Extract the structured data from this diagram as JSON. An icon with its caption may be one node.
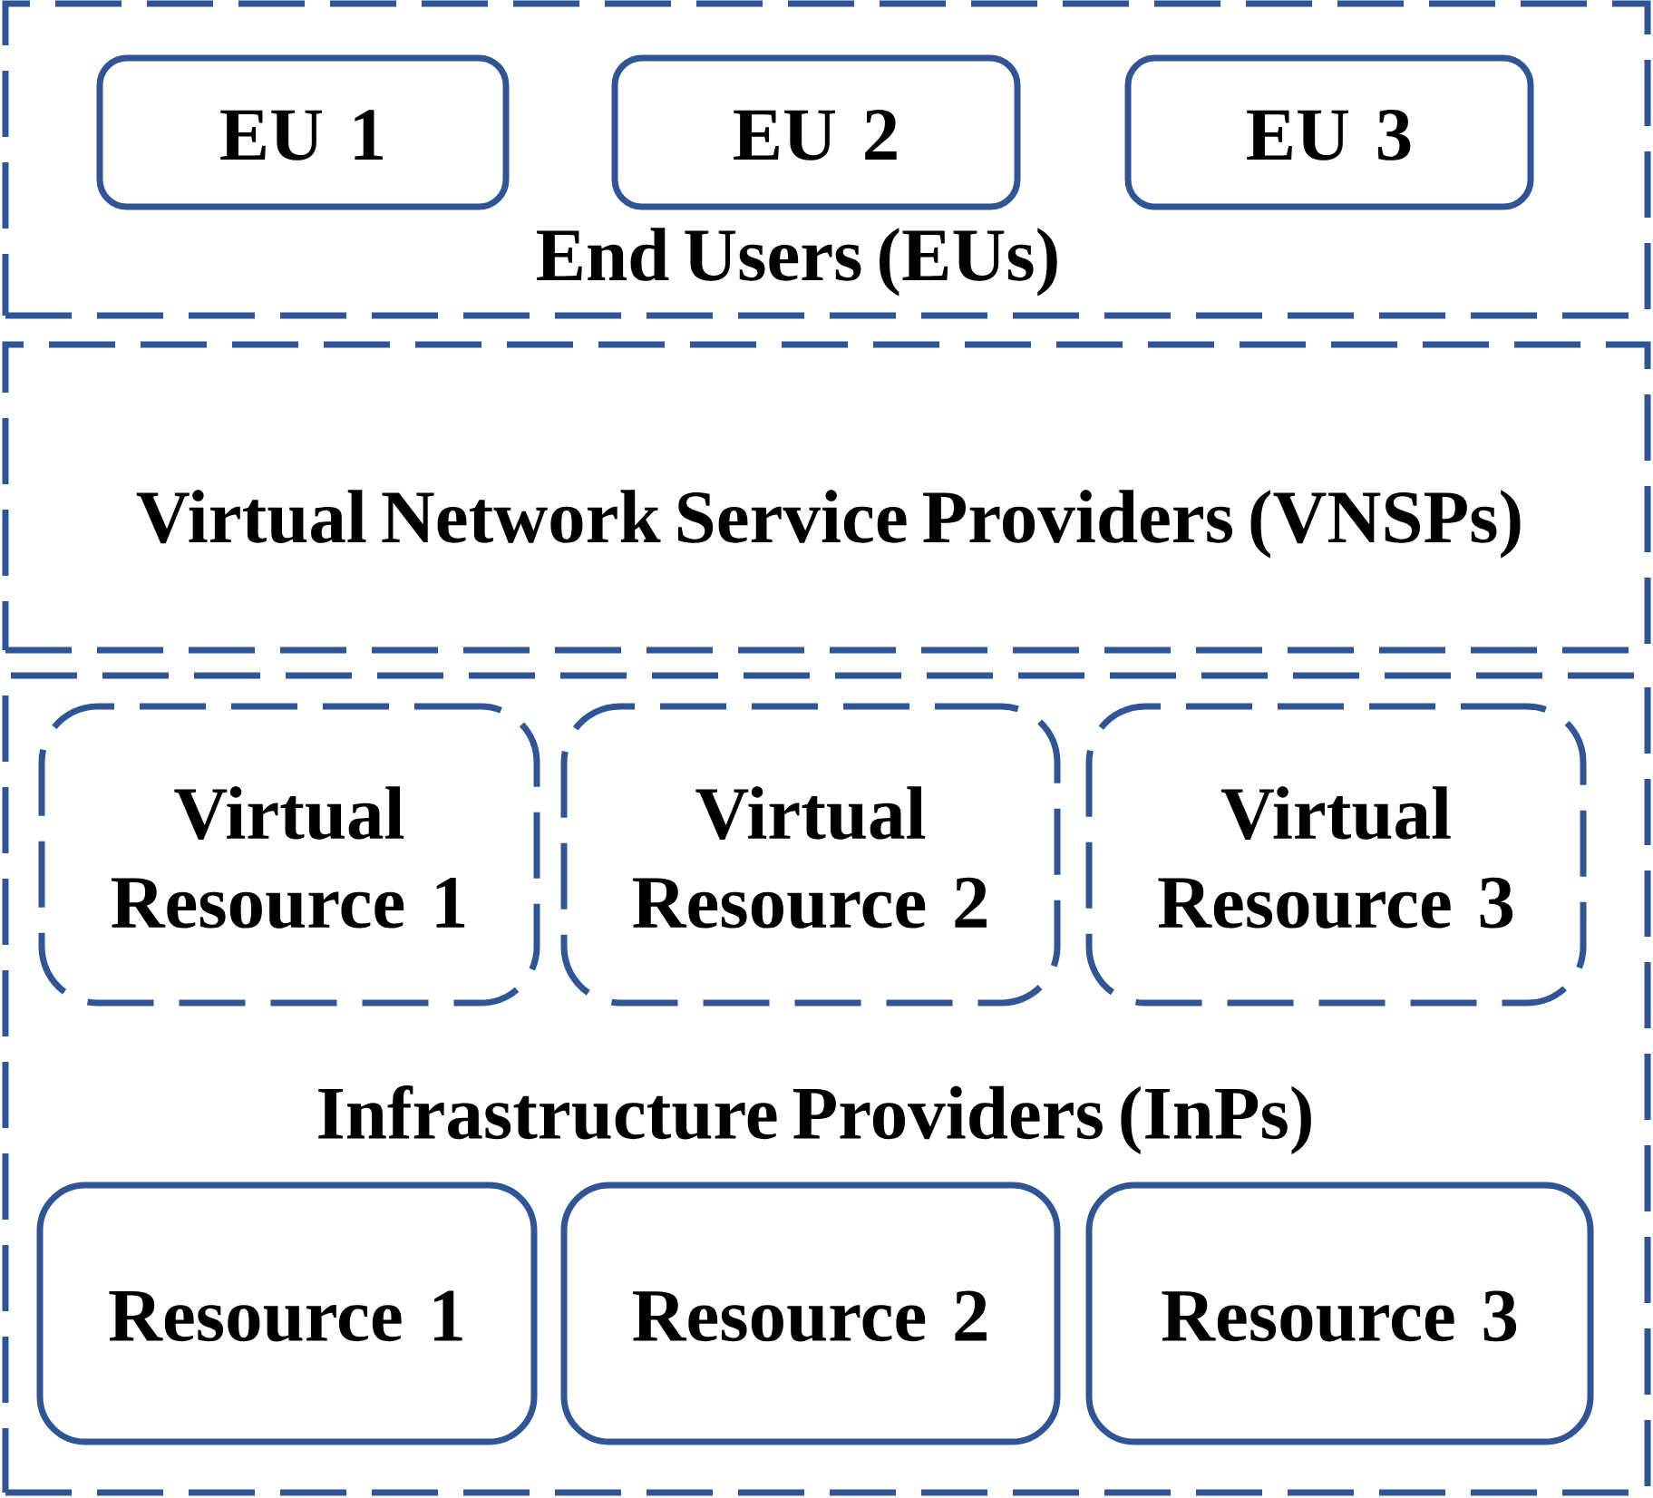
{
  "diagram": {
    "nodes": [
      {
        "text": [
          "End Users (EUs)"
        ]
      },
      {
        "text": [
          "EU 1"
        ],
        "in": 0
      },
      {
        "text": [
          "EU 2"
        ],
        "in": 0
      },
      {
        "text": [
          "EU 3"
        ],
        "in": 0
      },
      {
        "text": [
          "Virtual Network Service Providers (VNSPs)"
        ]
      },
      {
        "text": [
          "Infrastructure Providers (InPs)"
        ]
      },
      {
        "text": [
          "Virtual Resource 1"
        ],
        "in": 5
      },
      {
        "text": [
          "Virtual Resource 2"
        ],
        "in": 5
      },
      {
        "text": [
          "Virtual Resource 3"
        ],
        "in": 5
      },
      {
        "text": [
          "Resource 1"
        ],
        "in": 5
      },
      {
        "text": [
          "Resource 2"
        ],
        "in": 5
      },
      {
        "text": [
          "Resource 3"
        ],
        "in": 5
      }
    ]
  }
}
